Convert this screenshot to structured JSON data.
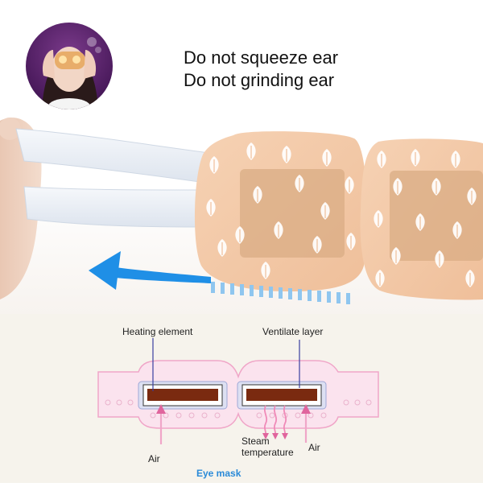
{
  "notice": {
    "line1": "Do not squeeze ear",
    "line2": "Do not grinding ear"
  },
  "diagram": {
    "label_heating_element": "Heating element",
    "label_ventilate_layer": "Ventilate layer",
    "label_air_left": "Air",
    "label_steam_line1": "Steam",
    "label_steam_line2": "temperature",
    "label_air_right": "Air",
    "title": "Eye mask"
  },
  "colors": {
    "mask_skin": "#f3c9a6",
    "mask_inner": "#d8a97e",
    "strap": "#e9eef5",
    "arrow_blue": "#1f8fe6",
    "diagram_pink": "#f6c6dc",
    "heating_element": "#7a2a10",
    "title_blue": "#2a8ad8"
  }
}
